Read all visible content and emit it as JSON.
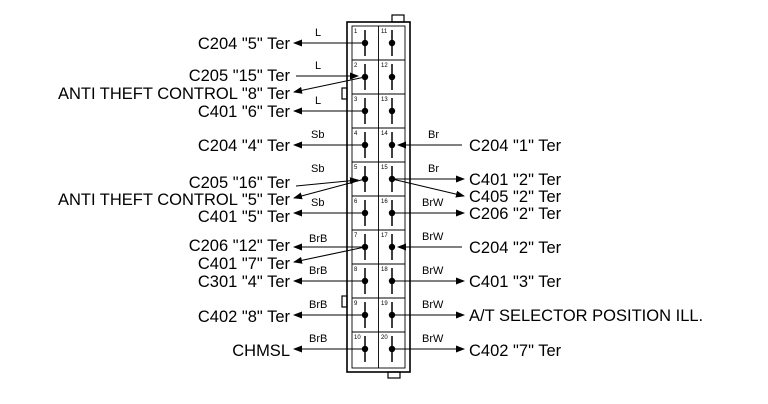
{
  "connector": {
    "pins_left": [
      "1",
      "2",
      "3",
      "4",
      "5",
      "6",
      "7",
      "8",
      "9",
      "10"
    ],
    "pins_right": [
      "11",
      "12",
      "13",
      "14",
      "15",
      "16",
      "17",
      "18",
      "19",
      "20"
    ]
  },
  "left": {
    "c204_5": "C204 \"5\" Ter",
    "c205_15": "C205 \"15\" Ter",
    "anti_theft_8": "ANTI THEFT CONTROL \"8\" Ter",
    "c401_6": "C401 \"6\" Ter",
    "c204_4": "C204 \"4\" Ter",
    "c205_16": "C205 \"16\" Ter",
    "anti_theft_5": "ANTI THEFT CONTROL \"5\" Ter",
    "c401_5": "C401 \"5\" Ter",
    "c206_12": "C206 \"12\" Ter",
    "c401_7": "C401 \"7\" Ter",
    "c301_4": "C301 \"4\" Ter",
    "c402_8": "C402 \"8\" Ter",
    "chmsl": "CHMSL"
  },
  "right": {
    "c204_1": "C204 \"1\" Ter",
    "c401_2": "C401 \"2\" Ter",
    "c405_2": "C405 \"2\" Ter",
    "c206_2": "C206 \"2\" Ter",
    "c204_2": "C204 \"2\" Ter",
    "c401_3": "C401 \"3\" Ter",
    "at_selector": "A/T SELECTOR POSITION ILL.",
    "c402_7": "C402 \"7\" Ter"
  },
  "wires": {
    "l": "L",
    "sb": "Sb",
    "br": "Br",
    "brb": "BrB",
    "brw": "BrW"
  }
}
